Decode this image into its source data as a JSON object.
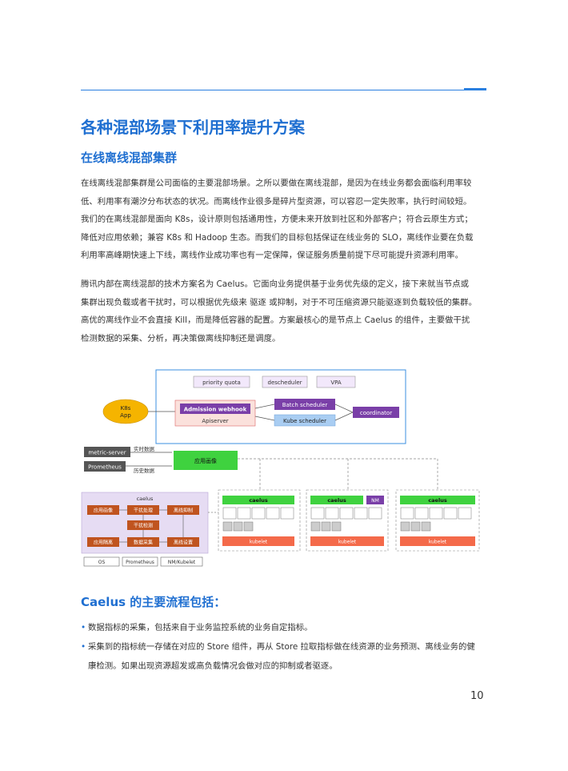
{
  "header": {
    "accent_color": "#2a7fe0"
  },
  "title": "各种混部场景下利用率提升方案",
  "section1": {
    "heading": "在线离线混部集群",
    "para1": [
      "在线离线混部集群是公司面临的主要混部场景。之所以要做在离线混部，是因为在线业务都会面临利用率较",
      "低、利用率有潮汐分布状态的状况。而离线作业很多是碎片型资源，可以容忍一定失败率，执行时间较短。",
      "我们的在离线混部是面向 K8s，设计原则包括通用性，方便未来开放到社区和外部客户；符合云原生方式；",
      "降低对应用依赖；兼容 K8s 和 Hadoop 生态。而我们的目标包括保证在线业务的 SLO，离线作业要在负载",
      "利用率高峰期快速上下线，离线作业成功率也有一定保障，保证服务质量前提下尽可能提升资源利用率。"
    ],
    "para2": [
      "腾讯内部在离线混部的技术方案名为 Caelus。它面向业务提供基于业务优先级的定义，接下来就当节点或",
      "集群出现负载或者干扰时，可以根据优先级来 驱逐 或抑制，对于不可压缩资源只能驱逐到负载较低的集群。",
      "高优的离线作业不会直接 Kill，而是降低容器的配置。方案最核心的是节点上 Caelus 的组件，主要做干扰",
      "检测数据的采集、分析，再决策做离线抑制还是调度。"
    ]
  },
  "diagram": {
    "top_boxes": [
      "priority quota",
      "descheduler",
      "VPA"
    ],
    "k8s_app": [
      "K8s",
      "App"
    ],
    "admission": "Admission webhook",
    "apiserver": "Apiserver",
    "batch_scheduler": "Batch scheduler",
    "kube_scheduler": "Kube scheduler",
    "coordinator": "coordinator",
    "metric_server": "metric-server",
    "prometheus": "Prometheus",
    "realtime_label": "实时数据",
    "history_label": "历史数据",
    "app_profile": "应用画像",
    "caelus_panel": {
      "title": "caelus",
      "cells": [
        "应用画像",
        "干扰处理",
        "离线抑制",
        "干扰检测",
        "应用隔离",
        "数据采集",
        "离线设置"
      ]
    },
    "bottom_boxes": [
      "OS",
      "Prometheus",
      "NM/Kubelet"
    ],
    "nodes": [
      {
        "caelus": "caelus",
        "kubelet": "kubelet",
        "nm": ""
      },
      {
        "caelus": "caelus",
        "kubelet": "kubelet",
        "nm": "NM"
      },
      {
        "caelus": "caelus",
        "kubelet": "kubelet",
        "nm": ""
      }
    ]
  },
  "section2": {
    "heading": "Caelus 的主要流程包括：",
    "bullets": [
      [
        "数据指标的采集，包括来自于业务监控系统的业务自定指标。"
      ],
      [
        "采集到的指标统一存储在对应的 Store 组件，再从 Store 拉取指标做在线资源的业务预测、离线业务的健",
        "康检测。如果出现资源超发或高负载情况会做对应的抑制或者驱逐。"
      ]
    ]
  },
  "page_number": "10"
}
